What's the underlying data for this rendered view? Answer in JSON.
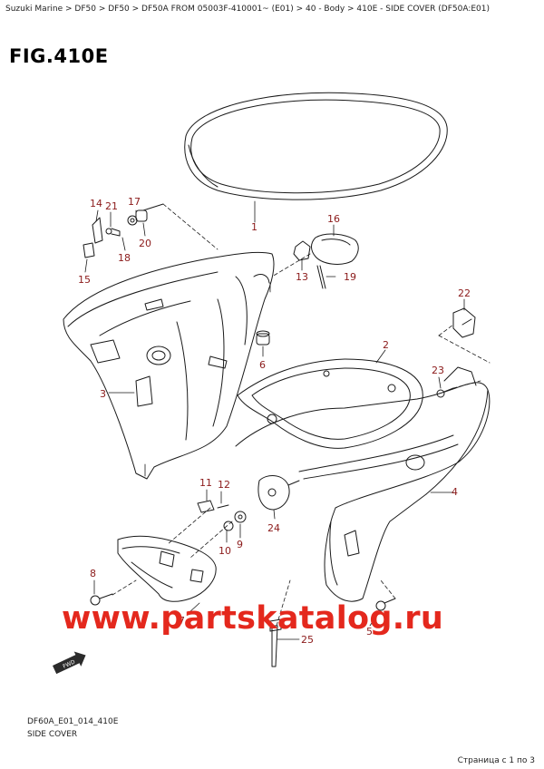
{
  "breadcrumb": "Suzuki Marine > DF50 > DF50 > DF50A FROM 05003F-410001~ (E01) > 40 - Body > 410E - SIDE COVER (DF50A:E01)",
  "figure_title": "FIG.410E",
  "watermark": "www.partskatalog.ru",
  "callouts": {
    "c1": "1",
    "c2": "2",
    "c3": "3",
    "c4": "4",
    "c5": "5",
    "c6": "6",
    "c7": "7",
    "c8": "8",
    "c9": "9",
    "c10": "10",
    "c11": "11",
    "c12": "12",
    "c13": "13",
    "c14": "14",
    "c15": "15",
    "c16": "16",
    "c17": "17",
    "c18": "18",
    "c19": "19",
    "c20": "20",
    "c21": "21",
    "c22": "22",
    "c23": "23",
    "c24": "24",
    "c25": "25"
  },
  "fwd_label": "FWD",
  "footer": {
    "code": "DF60A_E01_014_410E",
    "name": "SIDE COVER",
    "page_counter": "Страница с 1 по 3"
  }
}
